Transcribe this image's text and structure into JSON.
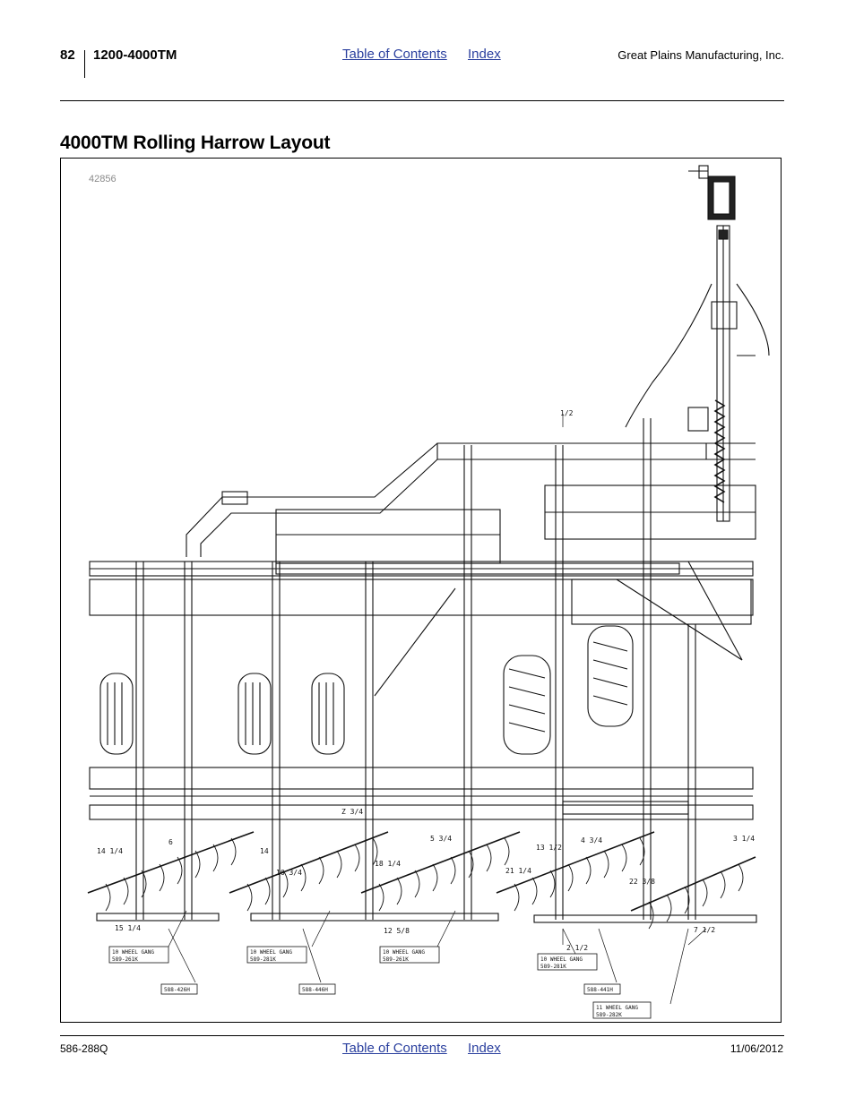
{
  "header": {
    "page_number": "82",
    "model": "1200-4000TM",
    "toc_link": "Table of Contents",
    "index_link": "Index",
    "company": "Great Plains Manufacturing, Inc."
  },
  "page_title": "4000TM Rolling Harrow Layout",
  "figure": {
    "id": "42856",
    "dimensions": [
      "1/2",
      "Z 3/4",
      "14 1/4",
      "6",
      "14",
      "16 3/4",
      "5 3/4",
      "13 1/2",
      "4 3/4",
      "3 1/4",
      "18 1/4",
      "21 1/4",
      "22 3/8",
      "15 1/4",
      "12 5/8",
      "2 1/2",
      "7 1/2"
    ],
    "callouts": {
      "gang1": {
        "line1": "10 WHEEL GANG",
        "line2": "589-261K"
      },
      "gang2": {
        "line1": "10 WHEEL GANG",
        "line2": "589-281K"
      },
      "gang3": {
        "line1": "10 WHEEL GANG",
        "line2": "589-261K"
      },
      "gang4": {
        "line1": "10 WHEEL GANG",
        "line2": "589-281K"
      },
      "gang5": {
        "line1": "11 WHEEL GANG",
        "line2": "589-282K"
      },
      "part1": "588-426H",
      "part2": "588-446H",
      "part3": "588-441H"
    }
  },
  "footer": {
    "doc_number": "586-288Q",
    "toc_link": "Table of Contents",
    "index_link": "Index",
    "date": "11/06/2012"
  }
}
